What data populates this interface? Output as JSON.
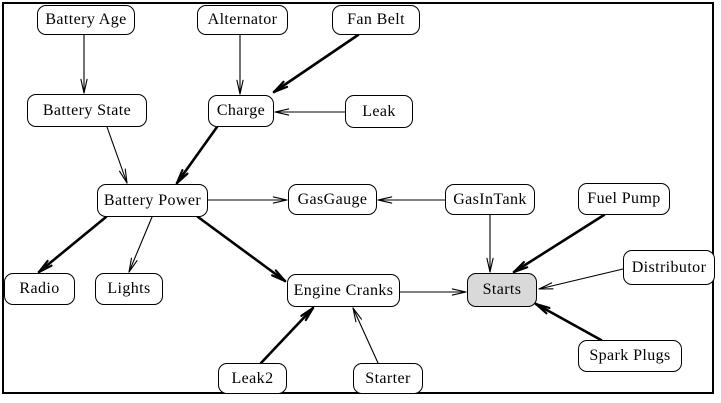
{
  "diagram": {
    "background_color": "#ffffff",
    "frame_color": "#000000",
    "edge_color": "#000000",
    "node_fill": "#ffffff",
    "node_border_color": "#000000",
    "shaded_node_fill": "#d9d9d9",
    "nodes": [
      {
        "id": "battery_age",
        "label": "Battery Age",
        "shaded": false
      },
      {
        "id": "alternator",
        "label": "Alternator",
        "shaded": false
      },
      {
        "id": "fan_belt",
        "label": "Fan Belt",
        "shaded": false
      },
      {
        "id": "battery_state",
        "label": "Battery State",
        "shaded": false
      },
      {
        "id": "charge",
        "label": "Charge",
        "shaded": false
      },
      {
        "id": "leak",
        "label": "Leak",
        "shaded": false
      },
      {
        "id": "battery_power",
        "label": "Battery Power",
        "shaded": false
      },
      {
        "id": "gas_gauge",
        "label": "GasGauge",
        "shaded": false
      },
      {
        "id": "gas_in_tank",
        "label": "GasInTank",
        "shaded": false
      },
      {
        "id": "fuel_pump",
        "label": "Fuel Pump",
        "shaded": false
      },
      {
        "id": "radio",
        "label": "Radio",
        "shaded": false
      },
      {
        "id": "lights",
        "label": "Lights",
        "shaded": false
      },
      {
        "id": "engine_cranks",
        "label": "Engine Cranks",
        "shaded": false
      },
      {
        "id": "starts",
        "label": "Starts",
        "shaded": true
      },
      {
        "id": "distributor",
        "label": "Distributor",
        "shaded": false
      },
      {
        "id": "leak2",
        "label": "Leak2",
        "shaded": false
      },
      {
        "id": "starter",
        "label": "Starter",
        "shaded": false
      },
      {
        "id": "spark_plugs",
        "label": "Spark Plugs",
        "shaded": false
      }
    ],
    "edges": [
      {
        "from": "battery_age",
        "to": "battery_state",
        "weight": "thin"
      },
      {
        "from": "alternator",
        "to": "charge",
        "weight": "thin"
      },
      {
        "from": "fan_belt",
        "to": "charge",
        "weight": "thick"
      },
      {
        "from": "leak",
        "to": "charge",
        "weight": "thin"
      },
      {
        "from": "battery_state",
        "to": "battery_power",
        "weight": "thin"
      },
      {
        "from": "charge",
        "to": "battery_power",
        "weight": "thick"
      },
      {
        "from": "battery_power",
        "to": "radio",
        "weight": "thick"
      },
      {
        "from": "battery_power",
        "to": "lights",
        "weight": "thin"
      },
      {
        "from": "battery_power",
        "to": "gas_gauge",
        "weight": "thin"
      },
      {
        "from": "battery_power",
        "to": "engine_cranks",
        "weight": "thick"
      },
      {
        "from": "gas_in_tank",
        "to": "gas_gauge",
        "weight": "thin"
      },
      {
        "from": "gas_in_tank",
        "to": "starts",
        "weight": "thin"
      },
      {
        "from": "fuel_pump",
        "to": "starts",
        "weight": "thick"
      },
      {
        "from": "distributor",
        "to": "starts",
        "weight": "thin"
      },
      {
        "from": "spark_plugs",
        "to": "starts",
        "weight": "thick"
      },
      {
        "from": "engine_cranks",
        "to": "starts",
        "weight": "thin"
      },
      {
        "from": "leak2",
        "to": "engine_cranks",
        "weight": "thick"
      },
      {
        "from": "starter",
        "to": "engine_cranks",
        "weight": "thin"
      }
    ]
  }
}
